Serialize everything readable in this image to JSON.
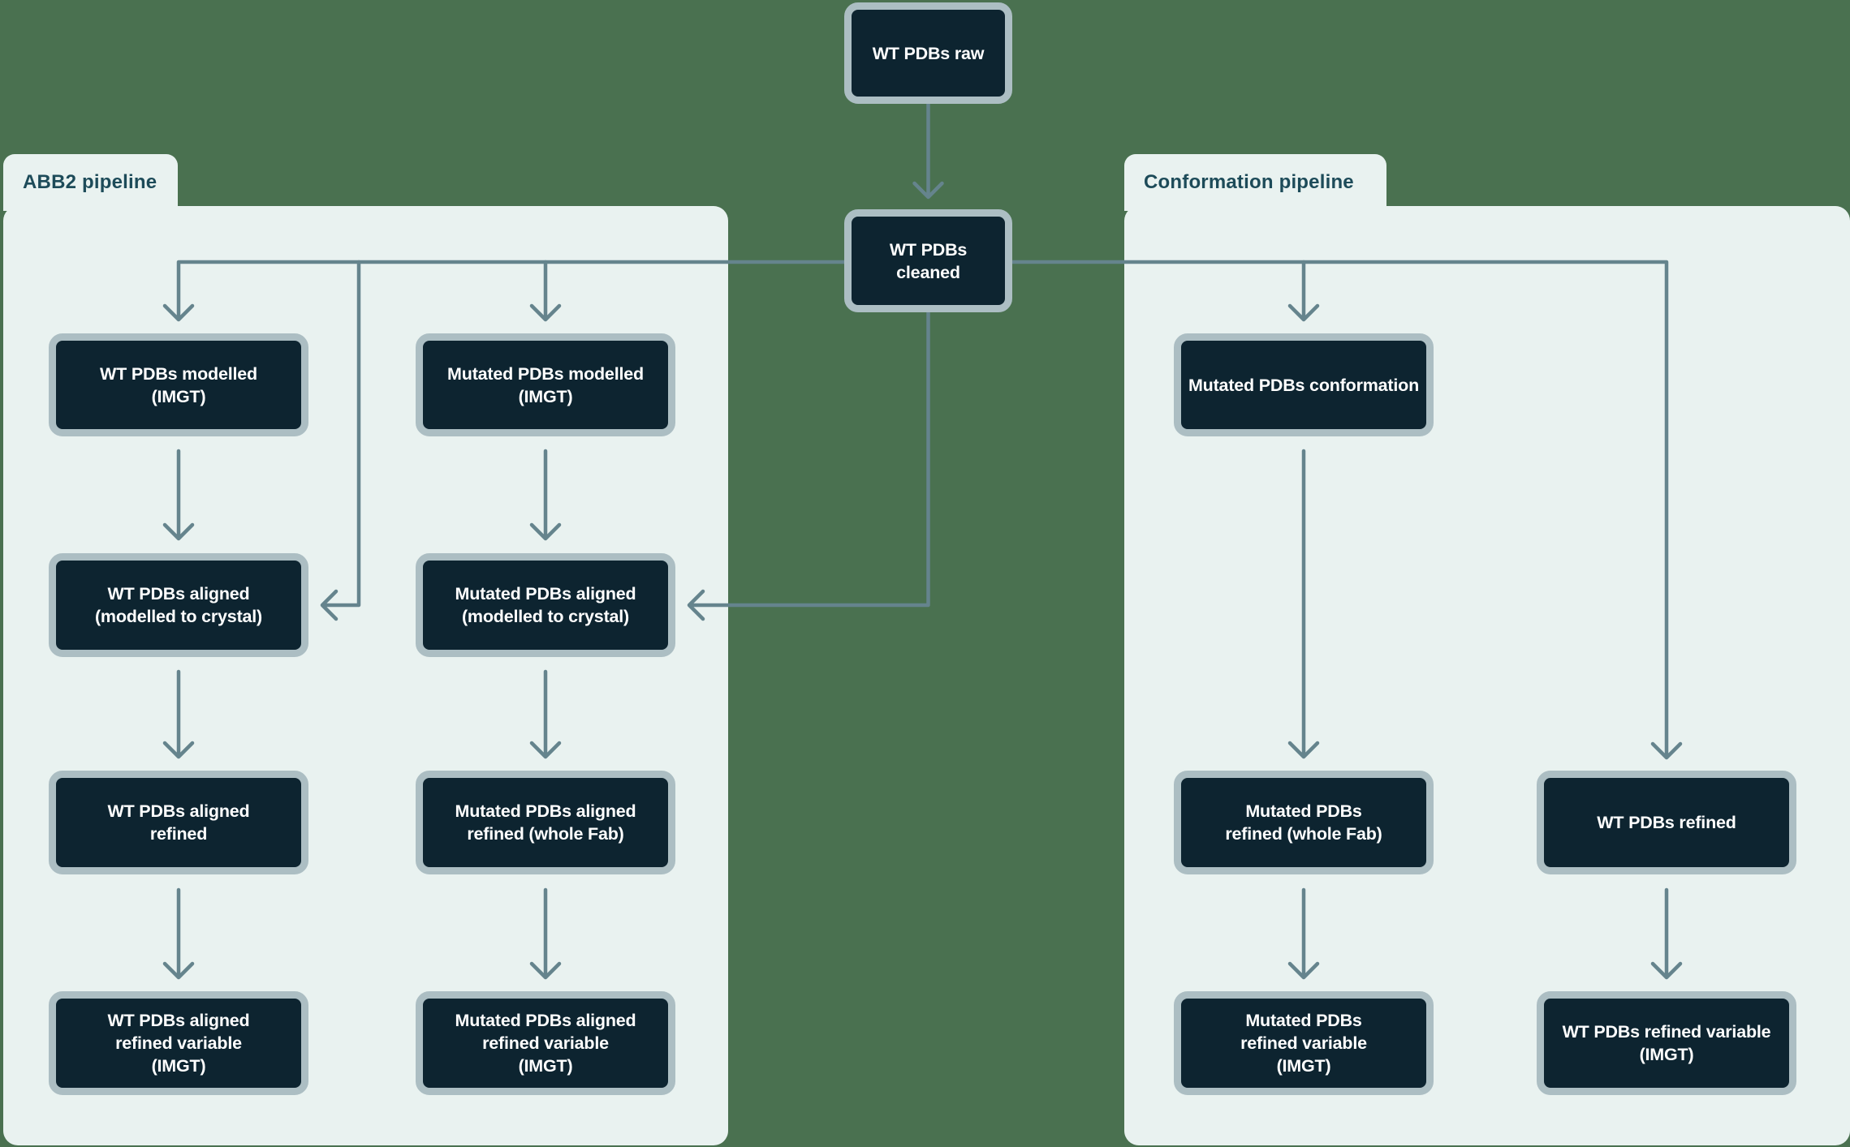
{
  "colors": {
    "bg": "#4A7150",
    "panel": "#E9F2F0",
    "node_fill": "#0D2430",
    "node_border": "#ACBEC3",
    "node_text": "#FFFFFF",
    "arrow": "#65848D",
    "tab_text": "#1D4B59"
  },
  "panels": {
    "abb2": {
      "title": "ABB2 pipeline"
    },
    "conformation": {
      "title": "Conformation pipeline"
    }
  },
  "nodes": {
    "raw": "WT PDBs raw",
    "cleaned": "WT PDBs\ncleaned",
    "wt_modelled": "WT PDBs modelled\n(IMGT)",
    "mut_modelled": "Mutated PDBs modelled\n(IMGT)",
    "wt_aligned": "WT PDBs aligned\n(modelled to crystal)",
    "mut_aligned": "Mutated PDBs aligned\n(modelled to crystal)",
    "wt_aligned_refined": "WT PDBs aligned\nrefined",
    "mut_aligned_refined": "Mutated PDBs aligned\nrefined (whole Fab)",
    "wt_aligned_refined_variable": "WT PDBs aligned\nrefined variable\n(IMGT)",
    "mut_aligned_refined_variable": "Mutated PDBs aligned\nrefined variable\n(IMGT)",
    "mut_conformation": "Mutated PDBs conformation",
    "mut_refined": "Mutated PDBs\nrefined (whole Fab)",
    "wt_refined": "WT PDBs refined",
    "mut_refined_variable": "Mutated PDBs\nrefined variable\n(IMGT)",
    "wt_refined_variable": "WT PDBs refined variable\n(IMGT)"
  }
}
